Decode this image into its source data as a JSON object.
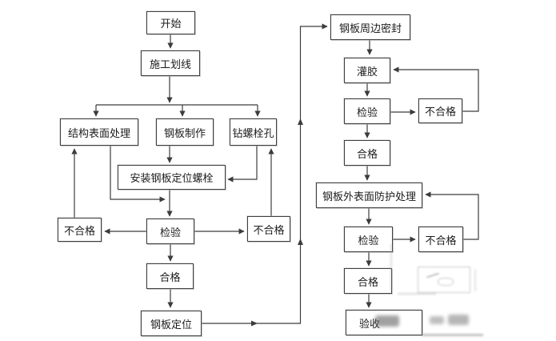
{
  "diagram": {
    "type": "flowchart",
    "nodes": {
      "start": {
        "label": "开始"
      },
      "scribe": {
        "label": "施工划线"
      },
      "surface": {
        "label": "结构表面处理"
      },
      "plate": {
        "label": "钢板制作"
      },
      "drill": {
        "label": "钻螺栓孔"
      },
      "install": {
        "label": "安装钢板定位螺栓"
      },
      "fail_left": {
        "label": "不合格"
      },
      "inspect_left": {
        "label": "检验"
      },
      "fail_mid": {
        "label": "不合格"
      },
      "pass_left": {
        "label": "合格"
      },
      "position": {
        "label": "钢板定位"
      },
      "seal": {
        "label": "钢板周边密封"
      },
      "glue": {
        "label": "灌胶"
      },
      "inspect_r1": {
        "label": "检验"
      },
      "fail_r1": {
        "label": "不合格"
      },
      "pass_r1": {
        "label": "合格"
      },
      "protect": {
        "label": "钢板外表面防护处理"
      },
      "inspect_r2": {
        "label": "检验"
      },
      "fail_r2": {
        "label": "不合格"
      },
      "pass_r2": {
        "label": "合格"
      },
      "accept": {
        "label": "验收"
      }
    },
    "edges": [
      {
        "from": "start",
        "to": "scribe"
      },
      {
        "from": "scribe",
        "to": "surface"
      },
      {
        "from": "scribe",
        "to": "plate"
      },
      {
        "from": "scribe",
        "to": "drill"
      },
      {
        "from": "plate",
        "to": "install"
      },
      {
        "from": "drill",
        "to": "install"
      },
      {
        "from": "surface",
        "to": "inspect_left"
      },
      {
        "from": "install",
        "to": "inspect_left"
      },
      {
        "from": "inspect_left",
        "to": "fail_left"
      },
      {
        "from": "fail_left",
        "to": "surface"
      },
      {
        "from": "inspect_left",
        "to": "fail_mid"
      },
      {
        "from": "fail_mid",
        "to": "drill"
      },
      {
        "from": "inspect_left",
        "to": "pass_left"
      },
      {
        "from": "pass_left",
        "to": "position"
      },
      {
        "from": "position",
        "to": "seal"
      },
      {
        "from": "seal",
        "to": "glue"
      },
      {
        "from": "glue",
        "to": "inspect_r1"
      },
      {
        "from": "inspect_r1",
        "to": "fail_r1"
      },
      {
        "from": "fail_r1",
        "to": "glue"
      },
      {
        "from": "inspect_r1",
        "to": "pass_r1"
      },
      {
        "from": "pass_r1",
        "to": "protect"
      },
      {
        "from": "protect",
        "to": "inspect_r2"
      },
      {
        "from": "inspect_r2",
        "to": "fail_r2"
      },
      {
        "from": "fail_r2",
        "to": "protect"
      },
      {
        "from": "inspect_r2",
        "to": "pass_r2"
      },
      {
        "from": "pass_r2",
        "to": "accept"
      }
    ],
    "colors": {
      "background": "#ffffff",
      "line": "#3c3c3c",
      "box_border": "#3f3f3f",
      "text": "#1c1c1c"
    }
  }
}
